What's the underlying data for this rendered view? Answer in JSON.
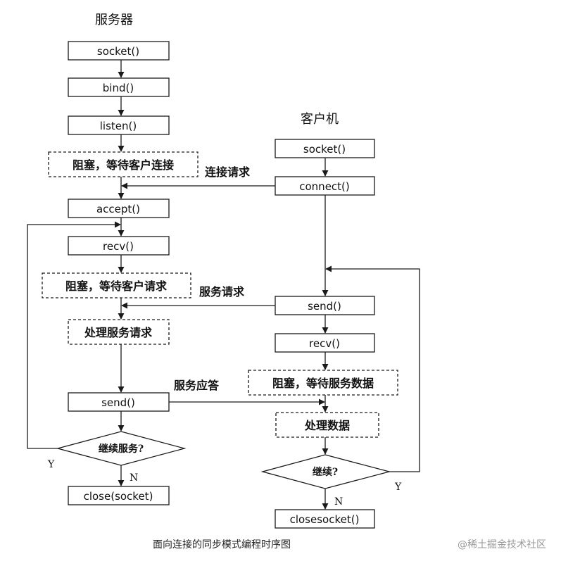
{
  "server": {
    "title": "服务器",
    "socket": "socket()",
    "bind": "bind()",
    "listen": "listen()",
    "wait_connect": "阻塞，等待客户连接",
    "accept": "accept()",
    "recv": "recv()",
    "wait_request": "阻塞，等待客户请求",
    "process": "处理服务请求",
    "send": "send()",
    "decision": "继续服务?",
    "yes": "Y",
    "no": "N",
    "close": "close(socket)"
  },
  "client": {
    "title": "客户机",
    "socket": "socket()",
    "connect": "connect()",
    "send": "send()",
    "recv": "recv()",
    "wait_data": "阻塞，等待服务数据",
    "process": "处理数据",
    "decision": "继续?",
    "yes": "Y",
    "no": "N",
    "close": "closesocket()"
  },
  "messages": {
    "connect_request": "连接请求",
    "service_request": "服务请求",
    "service_response": "服务应答"
  },
  "caption": "面向连接的同步模式编程时序图",
  "watermark": "@稀土掘金技术社区"
}
